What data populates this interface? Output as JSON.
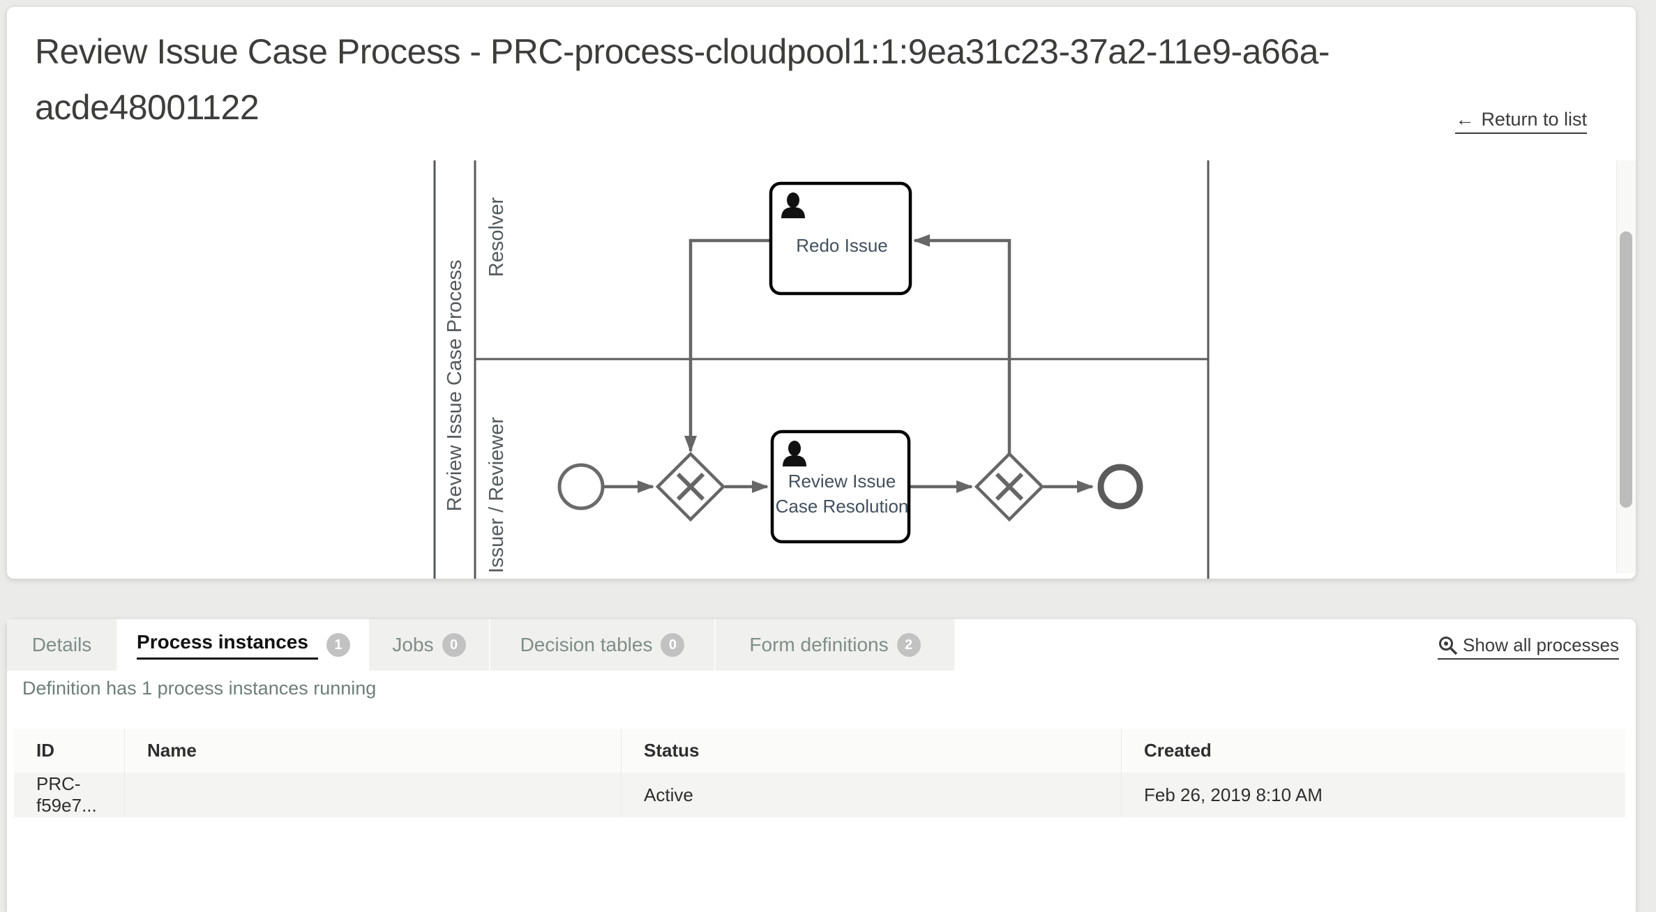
{
  "header": {
    "title": "Review Issue Case Process - PRC-process-cloudpool1:1:9ea31c23-37a2-11e9-a66a-acde48001122",
    "return_arrow": "←",
    "return_label": "Return to list"
  },
  "diagram": {
    "pool_label": "Review Issue Case Process",
    "lane_top": "Resolver",
    "lane_bottom": "Issuer / Reviewer",
    "task_redo": "Redo Issue",
    "task_review_line1": "Review Issue",
    "task_review_line2": "Case Resolution"
  },
  "tabs": [
    {
      "label": "Details"
    },
    {
      "label": "Process instances",
      "badge": "1"
    },
    {
      "label": "Jobs",
      "badge": "0"
    },
    {
      "label": "Decision tables",
      "badge": "0"
    },
    {
      "label": "Form definitions",
      "badge": "2"
    }
  ],
  "actions": {
    "show_all": "Show all processes"
  },
  "instances": {
    "summary": "Definition has 1 process instances running",
    "table": {
      "headers": [
        "ID",
        "Name",
        "Status",
        "Created"
      ],
      "rows": [
        {
          "id": "PRC-f59e7...",
          "name": "",
          "status": "Active",
          "created": "Feb 26, 2019 8:10 AM"
        }
      ]
    }
  },
  "icons": {
    "return_icon": "left-arrow",
    "show_all_icon": "magnifier-zoom",
    "user_task_icon": "person-silhouette"
  },
  "colors": {
    "link": "#3b3b3b",
    "tab_inactive_text": "#7e8e89",
    "badge_bg": "#c2c2c2",
    "diagram_stroke": "#666666",
    "task_text": "#42505e",
    "page_bg": "#ebebe9"
  }
}
